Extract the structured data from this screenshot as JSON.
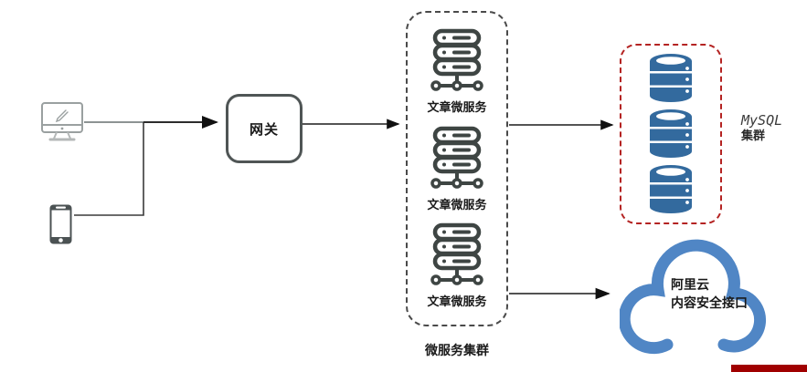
{
  "diagram": {
    "clients": {
      "desktop_icon": "desktop-computer-icon",
      "mobile_icon": "smartphone-icon"
    },
    "gateway": {
      "label": "网关"
    },
    "microservices": {
      "group_label": "微服务集群",
      "services": [
        {
          "label": "文章微服务",
          "icon": "server-stack-icon"
        },
        {
          "label": "文章微服务",
          "icon": "server-stack-icon"
        },
        {
          "label": "文章微服务",
          "icon": "server-stack-icon"
        }
      ]
    },
    "mysql": {
      "label_line1": "MySQL",
      "label_line2": "集群",
      "db_icon": "database-cylinder-icon",
      "db_count": 3
    },
    "cloud": {
      "label_line1": "阿里云",
      "label_line2": "内容安全接口",
      "icon": "cloud-outline-shape"
    },
    "colors": {
      "line": "#3a3a3a",
      "device_gray": "#9aa0a0",
      "phone_dark": "#4b5253",
      "server_icon": "#3e4543",
      "cluster_border": "#4a4a4a",
      "mysql_border": "#b42322",
      "db_blue": "#336a9e",
      "cloud_blue": "#5086c5",
      "red_bar": "#a00000"
    }
  }
}
